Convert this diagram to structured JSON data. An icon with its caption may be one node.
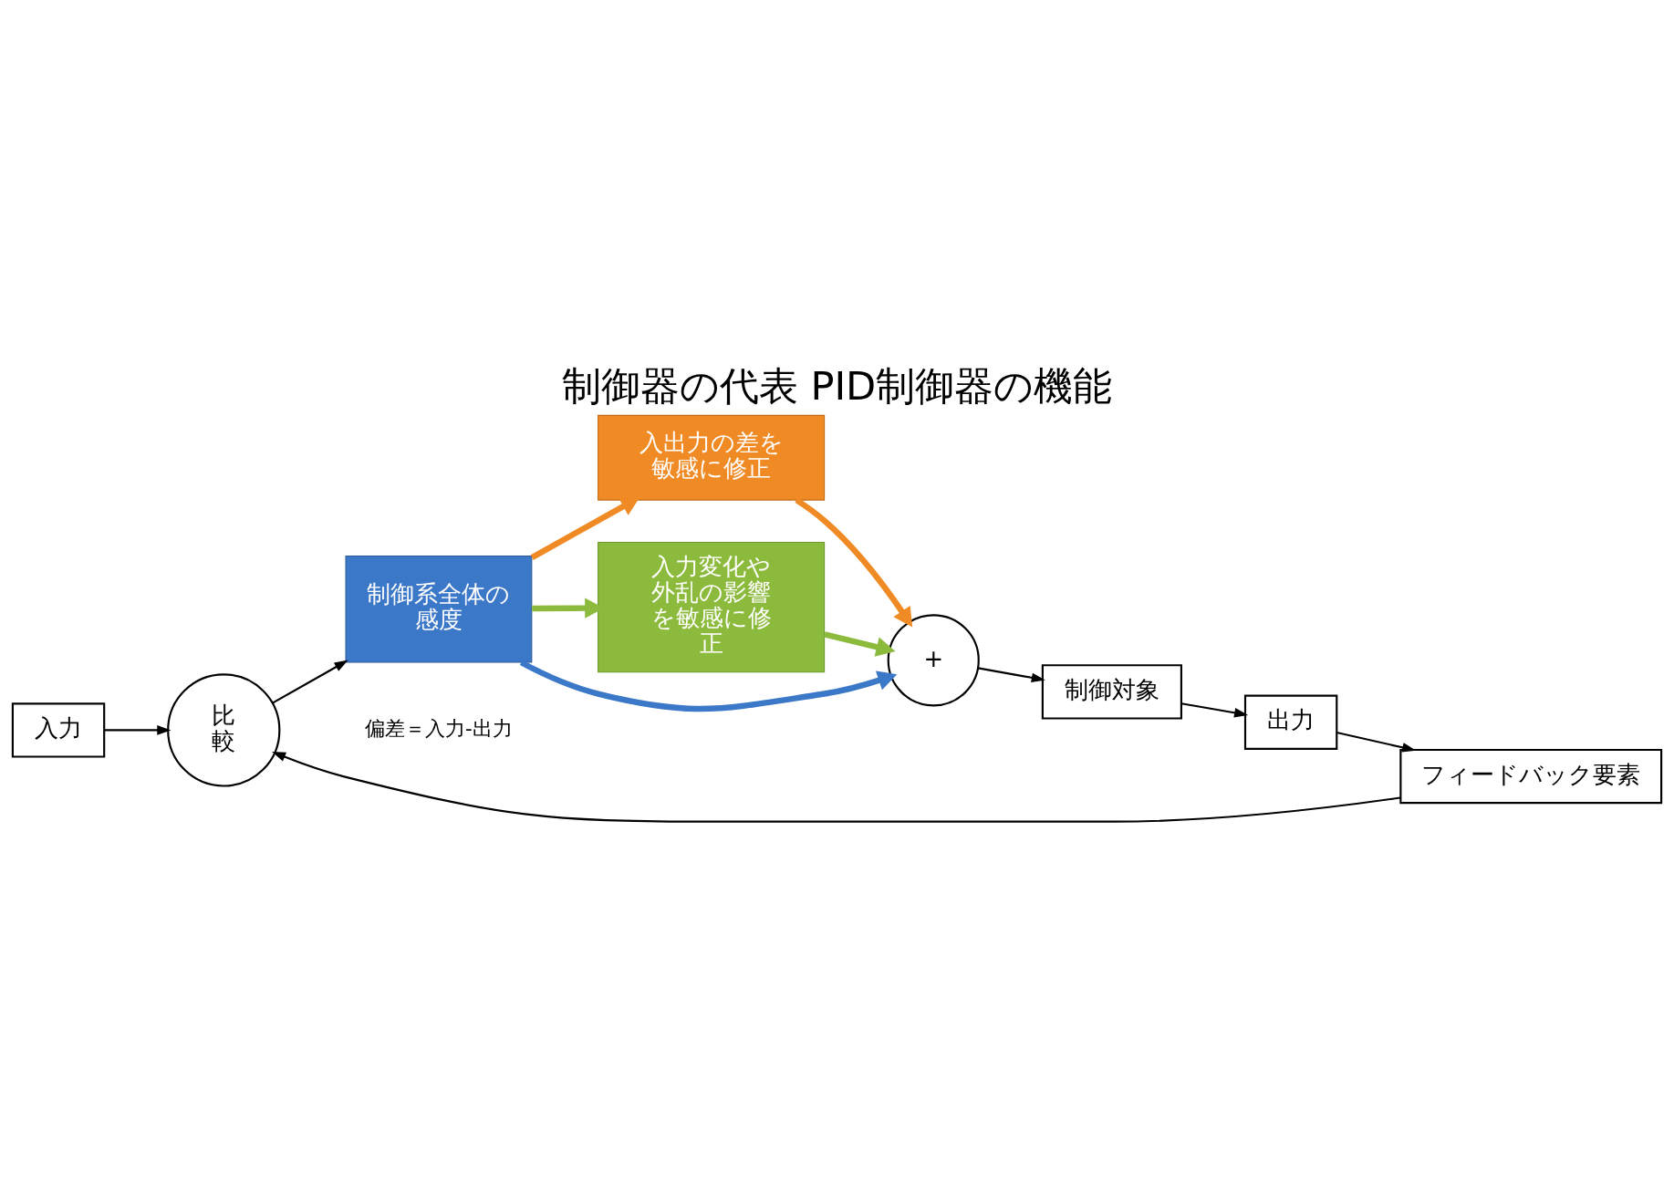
{
  "diagram": {
    "title": "制御器の代表 PID制御器の機能",
    "nodes": [
      {
        "text": [
          "入力"
        ]
      },
      {
        "text": [
          "比較"
        ]
      },
      {
        "text": [
          "制御系全体の感度"
        ]
      },
      {
        "text": [
          "入出力の差を敏感に修正"
        ]
      },
      {
        "text": [
          "入力変化や外乱の影響を敏感に修正"
        ]
      },
      {
        "text": [
          "+"
        ]
      },
      {
        "text": [
          "制御対象"
        ]
      },
      {
        "text": [
          "出力"
        ]
      },
      {
        "text": [
          "フィードバック要素"
        ]
      }
    ],
    "edges": [
      {
        "from": 0,
        "to": 1,
        "arrow": "to"
      },
      {
        "from": 1,
        "to": 2,
        "arrow": "to"
      },
      {
        "from": 2,
        "to": 5,
        "arrow": "to",
        "style": "thick",
        "color": "#3c78c8"
      },
      {
        "from": 2,
        "to": 3,
        "arrow": "to",
        "style": "thick",
        "color": "#f08a24"
      },
      {
        "from": 3,
        "to": 5,
        "arrow": "to",
        "style": "thick",
        "color": "#f08a24"
      },
      {
        "from": 2,
        "to": 4,
        "arrow": "to",
        "style": "thick",
        "color": "#8cba3c"
      },
      {
        "from": 4,
        "to": 5,
        "arrow": "to",
        "style": "thick",
        "color": "#8cba3c"
      },
      {
        "from": 5,
        "to": 6,
        "arrow": "to"
      },
      {
        "from": 6,
        "to": 7,
        "arrow": "to"
      },
      {
        "from": 7,
        "to": 8,
        "arrow": "to"
      },
      {
        "from": 8,
        "to": 1,
        "arrow": "to"
      }
    ],
    "labels": [
      "偏差＝入力-出力"
    ]
  }
}
